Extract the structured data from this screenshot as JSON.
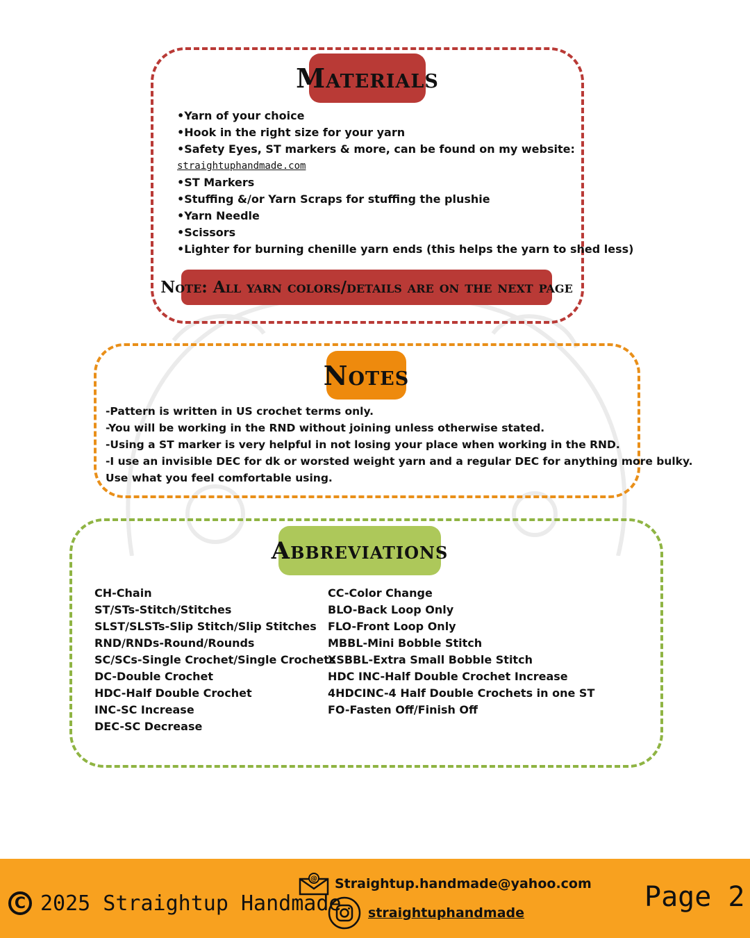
{
  "materials": {
    "title": "Materials",
    "items": [
      "•Yarn of your choice",
      "•Hook in the right size for your yarn",
      "•Safety Eyes, ST markers & more, can be found on my website:",
      "straightuphandmade.com",
      "•ST Markers",
      "•Stuffing &/or Yarn Scraps for stuffing the plushie",
      "•Yarn Needle",
      "•Scissors",
      "•Lighter for burning chenille yarn ends (this helps the yarn to shed less)"
    ],
    "note": "Note: All yarn colors/details are on the next page"
  },
  "notes": {
    "title": "Notes",
    "items": [
      "-Pattern is written in US crochet terms only.",
      "-You will be working in the RND without joining unless otherwise stated.",
      "-Using a ST marker is very helpful in not losing your place when working in the RND.",
      "-I use an invisible DEC for dk or worsted weight yarn and a regular DEC for anything more bulky.",
      "Use what you feel comfortable using."
    ]
  },
  "abbreviations": {
    "title": "Abbreviations",
    "col1": [
      "CH-Chain",
      "ST/STs-Stitch/Stitches",
      "SLST/SLSTs-Slip Stitch/Slip Stitches",
      "RND/RNDs-Round/Rounds",
      "SC/SCs-Single Crochet/Single Crochets",
      "DC-Double Crochet",
      "HDC-Half Double Crochet",
      "INC-SC Increase",
      "DEC-SC Decrease"
    ],
    "col2": [
      "CC-Color Change",
      "BLO-Back Loop Only",
      "FLO-Front Loop Only",
      "MBBL-Mini Bobble Stitch",
      "XSBBL-Extra Small Bobble Stitch",
      "HDC INC-Half Double Crochet Increase",
      "4HDCINC-4 Half Double Crochets in one ST",
      "FO-Fasten Off/Finish Off"
    ]
  },
  "footer": {
    "copyright": "2025 Straightup Handmade",
    "email": "Straightup.handmade@yahoo.com",
    "instagram": "straightuphandmade",
    "page": "Page 2"
  },
  "colors": {
    "materials": "#b93a36",
    "notes": "#ee8a0d",
    "abbreviations": "#adc85a",
    "footer": "#f8a11f"
  },
  "icons": [
    "copyright-icon",
    "email-icon",
    "instagram-icon"
  ]
}
